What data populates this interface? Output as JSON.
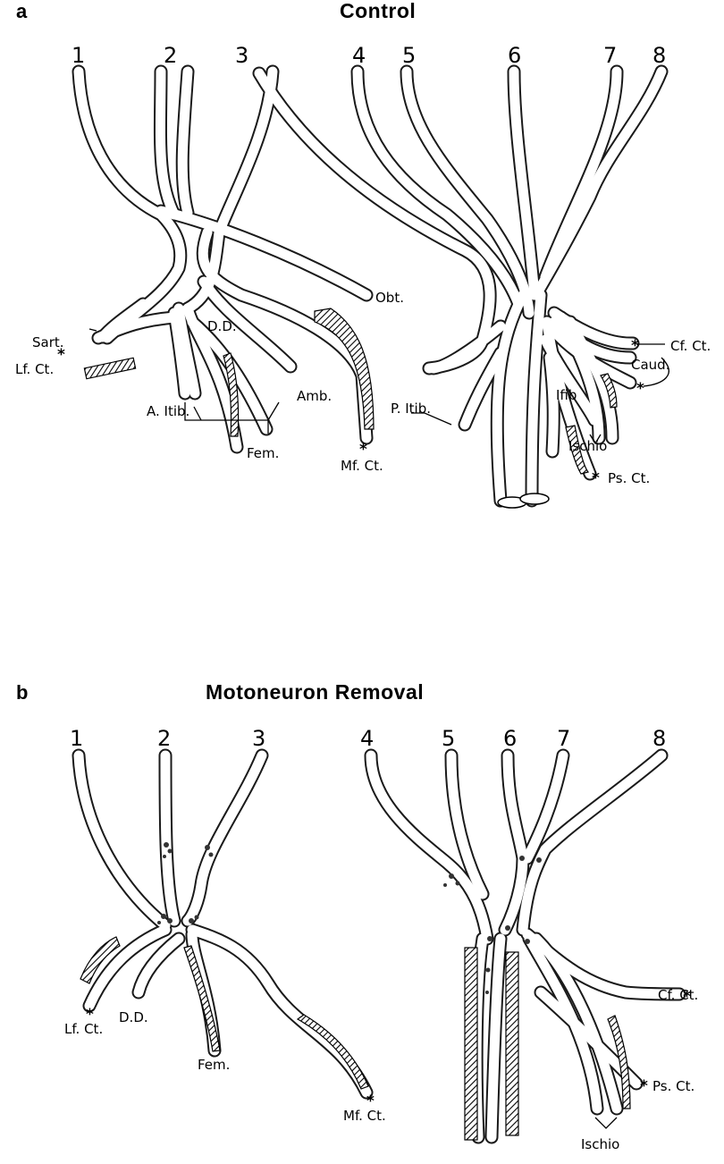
{
  "panel_a": {
    "letter": "a",
    "title": "Control",
    "segments": [
      "1",
      "2",
      "3",
      "4",
      "5",
      "6",
      "7",
      "8"
    ],
    "labels": {
      "sart": "Sart.",
      "lf_ct": "Lf. Ct.",
      "a_itib": "A. Itib.",
      "dd": "D.D.",
      "fem": "Fem.",
      "amb": "Amb.",
      "mf_ct": "Mf. Ct.",
      "obt": "Obt.",
      "p_itib": "P. Itib.",
      "ifib": "Ifib",
      "cf_ct": "Cf. Ct.",
      "caud": "Caud.",
      "ischio": "Ischio",
      "ps_ct": "Ps. Ct."
    }
  },
  "panel_b": {
    "letter": "b",
    "title": "Motoneuron  Removal",
    "segments": [
      "1",
      "2",
      "3",
      "4",
      "5",
      "6",
      "7",
      "8"
    ],
    "labels": {
      "lf_ct": "Lf. Ct.",
      "dd": "D.D.",
      "fem": "Fem.",
      "mf_ct": "Mf. Ct.",
      "cf_ct": "Cf. Ct.",
      "ps_ct": "Ps. Ct.",
      "ischio": "Ischio"
    }
  },
  "marker": "*"
}
